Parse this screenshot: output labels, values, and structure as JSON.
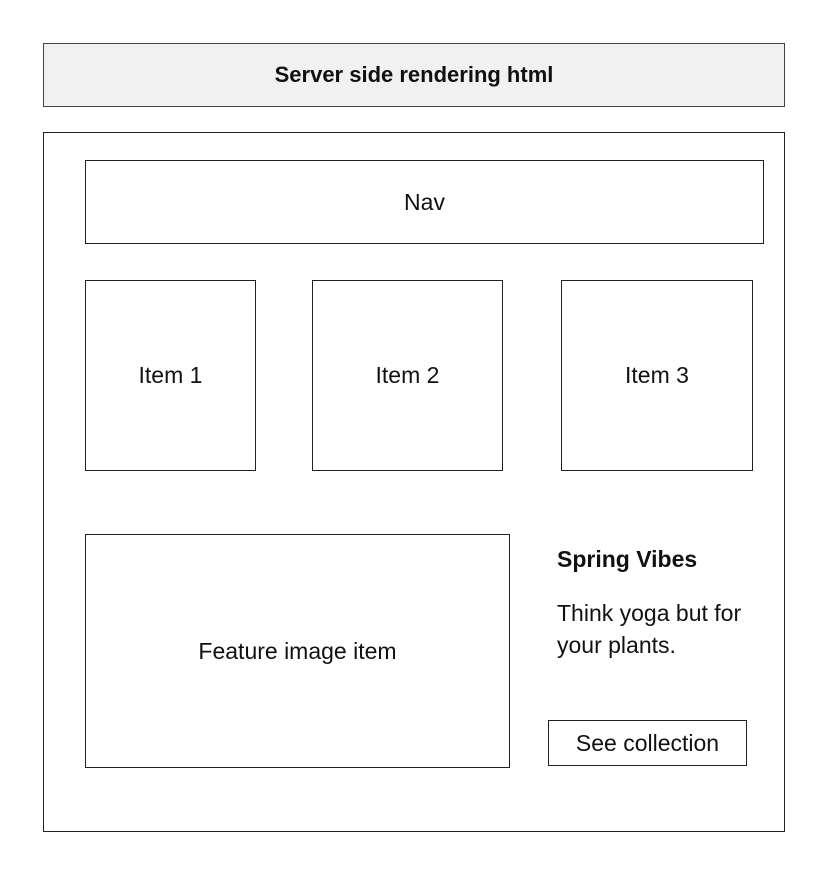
{
  "header": {
    "title": "Server side rendering html"
  },
  "nav": {
    "label": "Nav"
  },
  "items": [
    {
      "label": "Item 1"
    },
    {
      "label": "Item 2"
    },
    {
      "label": "Item 3"
    }
  ],
  "feature": {
    "label": "Feature image item"
  },
  "promo": {
    "title": "Spring Vibes",
    "text": "Think yoga but for your plants.",
    "button_label": "See collection"
  }
}
